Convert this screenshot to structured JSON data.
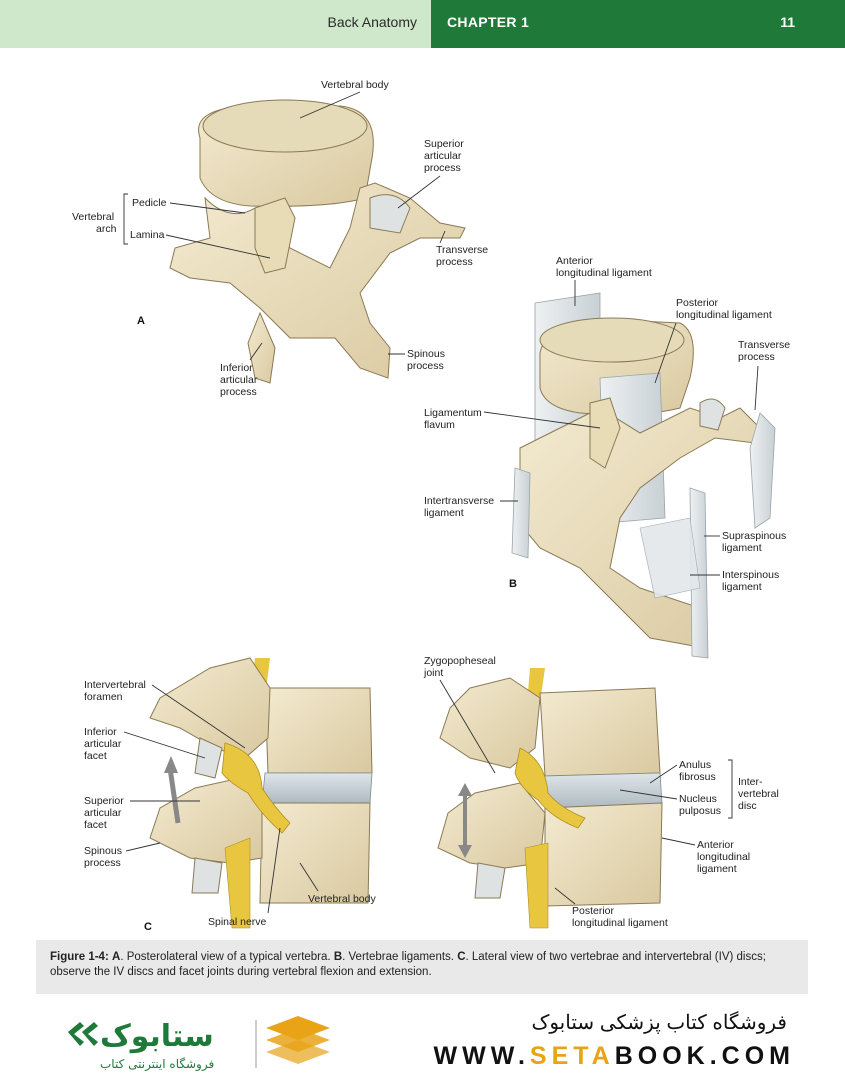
{
  "header": {
    "section": "Back Anatomy",
    "chapter": "CHAPTER 1",
    "page_number": "11"
  },
  "figure": {
    "panel_a": {
      "letter": "A",
      "labels": {
        "vertebral_body": "Vertebral body",
        "superior_articular_1": "Superior",
        "superior_articular_2": "articular",
        "superior_articular_3": "process",
        "pedicle": "Pedicle",
        "lamina": "Lamina",
        "vertebral_arch_1": "Vertebral",
        "vertebral_arch_2": "arch",
        "transverse_1": "Transverse",
        "transverse_2": "process",
        "inferior_1": "Inferior",
        "inferior_2": "articular",
        "inferior_3": "process",
        "spinous_1": "Spinous",
        "spinous_2": "process"
      }
    },
    "panel_b": {
      "letter": "B",
      "labels": {
        "all_1": "Anterior",
        "all_2": "longitudinal ligament",
        "pll_1": "Posterior",
        "pll_2": "longitudinal ligament",
        "transverse_1": "Transverse",
        "transverse_2": "process",
        "flavum_1": "Ligamentum",
        "flavum_2": "flavum",
        "intertransverse_1": "Intertransverse",
        "intertransverse_2": "ligament",
        "supraspinous_1": "Supraspinous",
        "supraspinous_2": "ligament",
        "interspinous_1": "Interspinous",
        "interspinous_2": "ligament"
      }
    },
    "panel_c": {
      "letter": "C",
      "labels": {
        "iv_foramen_1": "Intervertebral",
        "iv_foramen_2": "foramen",
        "inf_facet_1": "Inferior",
        "inf_facet_2": "articular",
        "inf_facet_3": "facet",
        "sup_facet_1": "Superior",
        "sup_facet_2": "articular",
        "sup_facet_3": "facet",
        "spinous_1": "Spinous",
        "spinous_2": "process",
        "spinal_nerve": "Spinal nerve",
        "vertebral_body": "Vertebral body",
        "zygo_1": "Zygopopheseal",
        "zygo_2": "joint",
        "anulus_1": "Anulus",
        "anulus_2": "fibrosus",
        "nucleus_1": "Nucleus",
        "nucleus_2": "pulposus",
        "ivdisc_1": "Inter-",
        "ivdisc_2": "vertebral",
        "ivdisc_3": "disc",
        "all_1": "Anterior",
        "all_2": "longitudinal",
        "all_3": "ligament",
        "pll_1": "Posterior",
        "pll_2": "longitudinal ligament"
      }
    }
  },
  "caption": {
    "fig_label": "Figure 1-4:",
    "a_letter": "A",
    "a_text": ". Posterolateral view of a typical vertebra. ",
    "b_letter": "B",
    "b_text": ". Vertebrae ligaments. ",
    "c_letter": "C",
    "c_text": ". Lateral view of two vertebrae and intervertebral (IV) discs; observe the IV discs and facet joints during vertebral flexion and extension."
  },
  "footer": {
    "logo_text": "ستابوک",
    "logo_subtitle": "فروشگاه اینترنتی کتاب",
    "store_name": "فروشگاه کتاب پزشکی ستابوک",
    "url_pre": "WWW.",
    "url_hl": "SETA",
    "url_post": "BOOK.COM",
    "brand_color": "#1f7a3a",
    "accent_color": "#e8a317"
  }
}
